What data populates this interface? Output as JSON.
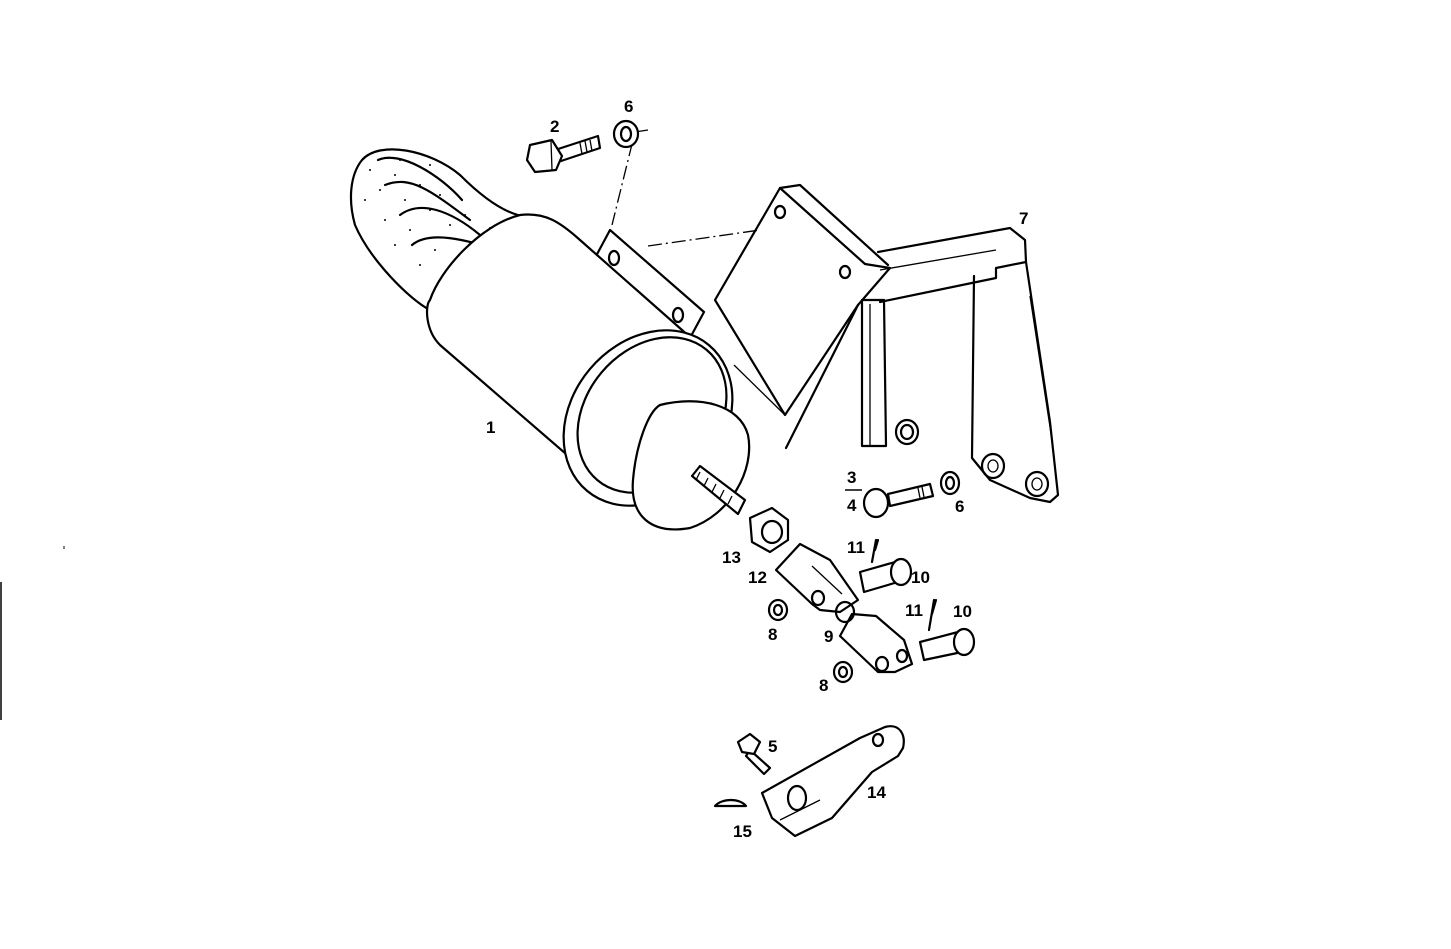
{
  "diagram": {
    "type": "exploded parts diagram",
    "background": "#ffffff",
    "line_color": "#000000",
    "callouts": {
      "c1": "1",
      "c2": "2",
      "c3": "3",
      "c4": "4",
      "c5": "5",
      "c6a": "6",
      "c6b": "6",
      "c7": "7",
      "c8a": "8",
      "c8b": "8",
      "c9": "9",
      "c10a": "10",
      "c10b": "10",
      "c11a": "11",
      "c11b": "11",
      "c12": "12",
      "c13": "13",
      "c14": "14",
      "c15": "15"
    },
    "parts": [
      {
        "number": "1",
        "item": "solenoid cylinder with bellows"
      },
      {
        "number": "2",
        "item": "hex bolt"
      },
      {
        "number": "3/4",
        "item": "hex bolt"
      },
      {
        "number": "5",
        "item": "small bolt"
      },
      {
        "number": "6",
        "item": "washer"
      },
      {
        "number": "7",
        "item": "mounting bracket"
      },
      {
        "number": "8",
        "item": "washer"
      },
      {
        "number": "9",
        "item": "clevis"
      },
      {
        "number": "10",
        "item": "clevis pin"
      },
      {
        "number": "11",
        "item": "split pin"
      },
      {
        "number": "12",
        "item": "clevis"
      },
      {
        "number": "13",
        "item": "hex nut"
      },
      {
        "number": "14",
        "item": "lever"
      },
      {
        "number": "15",
        "item": "woodruff key"
      }
    ]
  }
}
